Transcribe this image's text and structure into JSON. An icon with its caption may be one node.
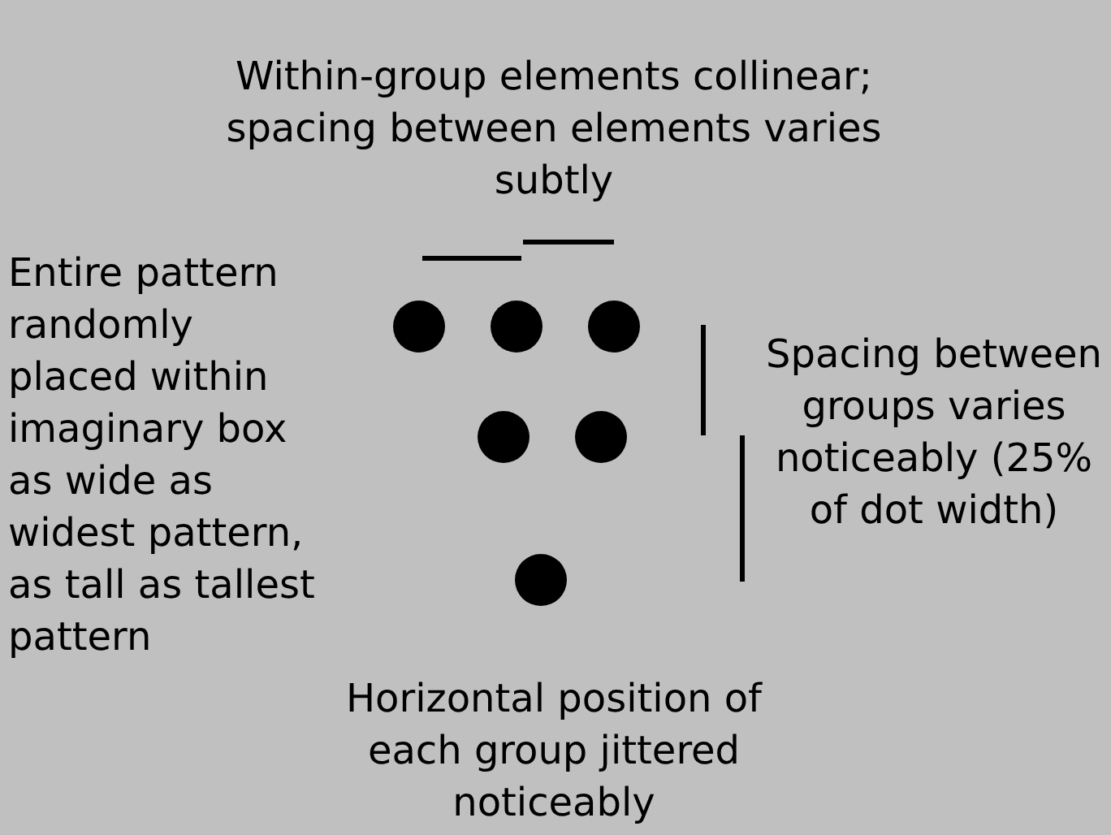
{
  "diagram": {
    "labels": [
      "Within-group elements collinear; spacing between elements varies subtly",
      "Entire pattern randomly placed within imaginary box as wide as widest pattern, as tall as tallest pattern",
      "Spacing between groups varies noticeably (25% of dot width)",
      "Horizontal position of each group jittered noticeably"
    ]
  }
}
